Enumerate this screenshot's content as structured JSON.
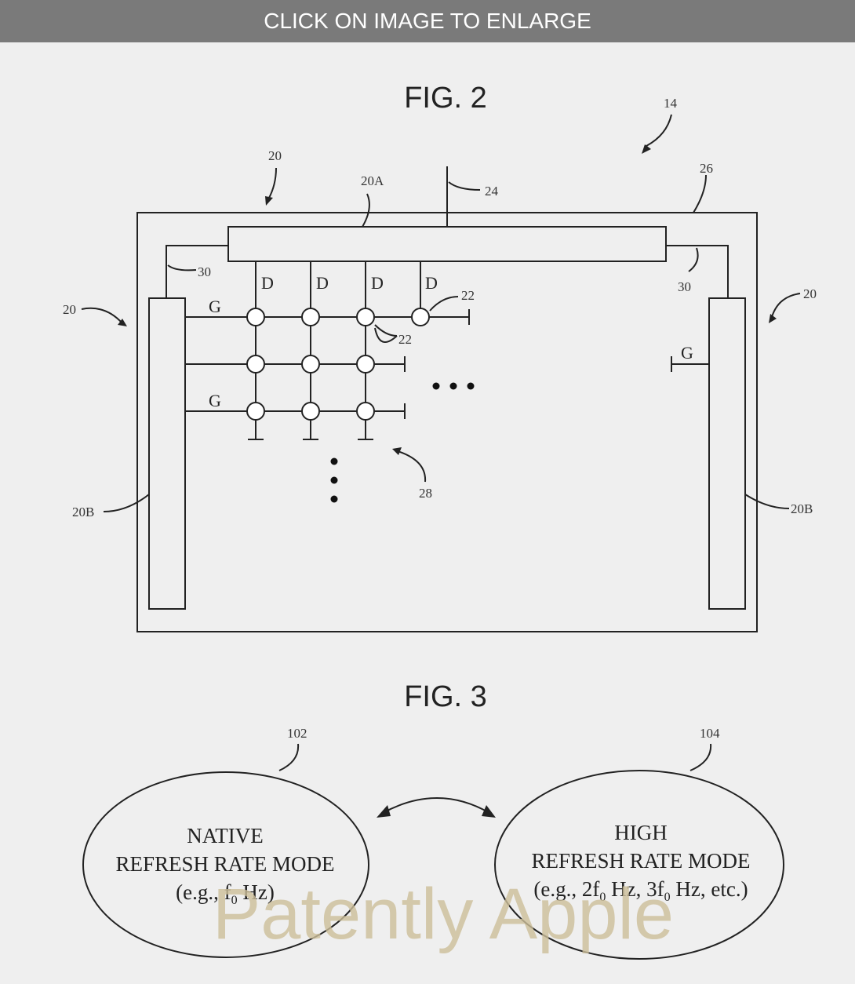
{
  "banner": {
    "text": "CLICK ON IMAGE TO ENLARGE"
  },
  "fig2": {
    "title": "FIG. 2",
    "labels": {
      "display": "14",
      "circuitry_top": "20",
      "circuitry_left": "20",
      "circuitry_right": "20",
      "driver_20a": "20A",
      "path_24": "24",
      "display_26": "26",
      "path_30_left": "30",
      "path_30_right": "30",
      "pixel_22_a": "22",
      "pixel_22_b": "22",
      "array_28": "28",
      "driver_20b_left": "20B",
      "driver_20b_right": "20B"
    },
    "signals": {
      "gate": "G",
      "data": "D"
    }
  },
  "fig3": {
    "title": "FIG. 3",
    "native": {
      "ref": "102",
      "line1": "NATIVE",
      "line2": "REFRESH RATE MODE",
      "line3": "(e.g., f",
      "sub": "0",
      "line3_end": " Hz)"
    },
    "high": {
      "ref": "104",
      "line1": "HIGH",
      "line2": "REFRESH RATE MODE",
      "p1": "(e.g., 2f",
      "s1": "0",
      "p2": " Hz, 3f",
      "s2": "0",
      "p3": " Hz, etc.)"
    }
  },
  "watermark": "Patently Apple"
}
